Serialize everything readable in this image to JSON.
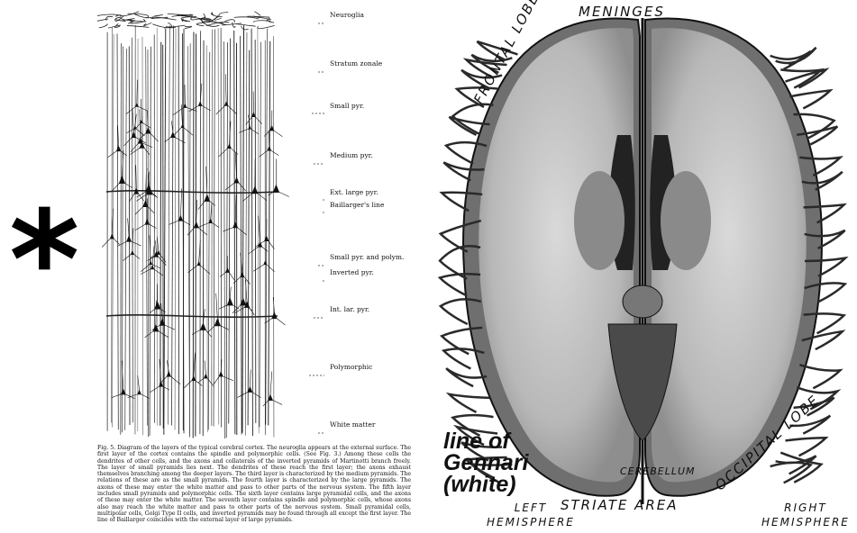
{
  "left_figure": {
    "marker": "*",
    "layer_labels": [
      {
        "text": "Neuroglia"
      },
      {
        "text": "Stratum zonale"
      },
      {
        "text": "Small pyr."
      },
      {
        "text": "Medium pyr."
      },
      {
        "text": "Ext. large pyr."
      },
      {
        "text": "Baillarger's line"
      },
      {
        "text": "Small pyr. and polym."
      },
      {
        "text": "Inverted pyr."
      },
      {
        "text": "Int. lar. pyr."
      },
      {
        "text": "Polymorphic"
      },
      {
        "text": "White matter"
      }
    ],
    "caption": "Fig. 5. Diagram of the layers of the typical cerebral cortex. The neuroglia appears at the external surface. The first layer of the cortex contains the spindle and polymorphic cells. (See Fig. 3.) Among these cells the dendrites of other cells, and the axons and collaterals of the inverted pyramids of Martinotti branch freely. The layer of small pyramids lies next. The dendrites of these reach the first layer; the axons exhaust themselves branching among the deeper layers. The third layer is characterized by the medium pyramids. The relations of these are as the small pyramids. The fourth layer is characterized by the large pyramids. The axons of these may enter the white matter and pass to other parts of the nervous system. The fifth layer includes small pyramids and polymorphic cells. The sixth layer contains large pyramidal cells, and the axons of these may enter the white matter. The seventh layer contains spindle and polymorphic cells, whose axons also may reach the white matter and pass to other parts of the nervous system. Small pyramidal cells, multipolar cells, Golgi Type II cells, and inverted pyramids may be found through all except the first layer. The line of Baillarger coincides with the external layer of large pyramids."
  },
  "right_figure": {
    "labels": {
      "meninges": "MENINGES",
      "frontal_lobe": "FRONTAL LOBE",
      "occipital_lobe": "OCCIPITAL LOBE",
      "cerebellum": "CEREBELLUM",
      "striate_area": "STRIATE AREA",
      "left_hemisphere": [
        "LEFT",
        "HEMISPHERE"
      ],
      "right_hemisphere": [
        "RIGHT",
        "HEMISPHERE"
      ]
    },
    "gennari_lines": [
      "line of",
      "Gennari",
      "(white)"
    ]
  }
}
